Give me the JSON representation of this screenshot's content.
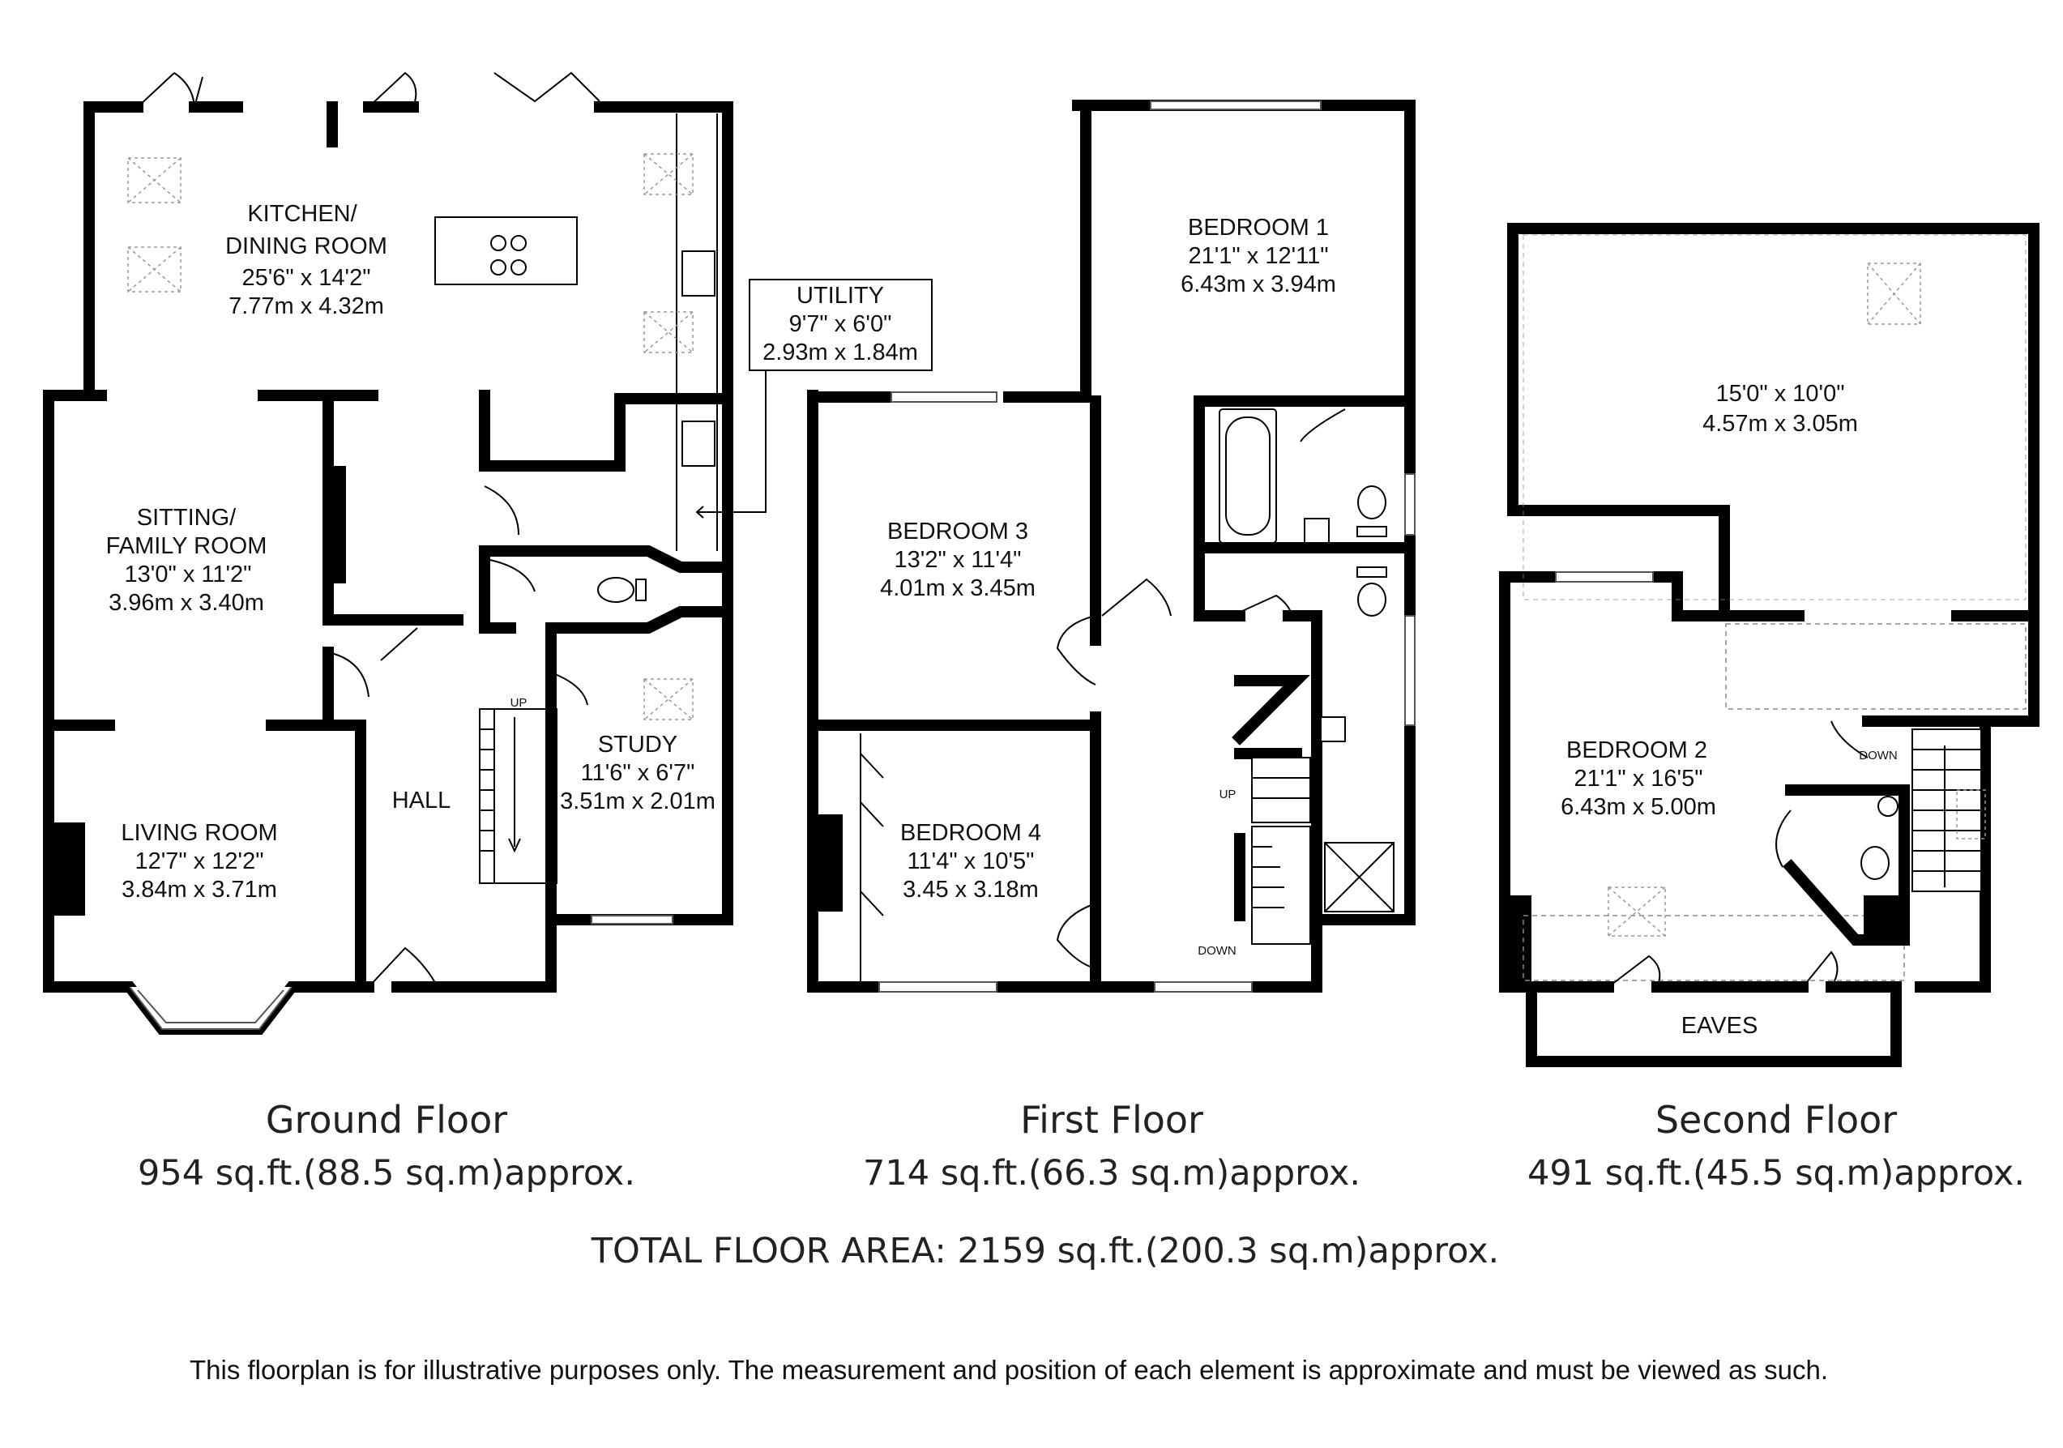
{
  "floors": [
    {
      "title": "Ground Floor",
      "area": "954 sq.ft.(88.5 sq.m)approx.",
      "rooms": [
        {
          "name_line1": "KITCHEN/",
          "name_line2": "DINING ROOM",
          "imperial": "25'6\" x 14'2\"",
          "metric": "7.77m x 4.32m"
        },
        {
          "name_line1": "SITTING/",
          "name_line2": "FAMILY ROOM",
          "imperial": "13'0\" x 11'2\"",
          "metric": "3.96m x 3.40m"
        },
        {
          "name": "LIVING ROOM",
          "imperial": "12'7\" x 12'2\"",
          "metric": "3.84m x 3.71m"
        },
        {
          "name": "HALL"
        },
        {
          "name": "STUDY",
          "imperial": "11'6\" x 6'7\"",
          "metric": "3.51m x 2.01m"
        },
        {
          "name": "UTILITY",
          "imperial": "9'7\" x 6'0\"",
          "metric": "2.93m x 1.84m"
        }
      ],
      "stair_label": "UP"
    },
    {
      "title": "First Floor",
      "area": "714 sq.ft.(66.3 sq.m)approx.",
      "rooms": [
        {
          "name": "BEDROOM 1",
          "imperial": "21'1\" x 12'11\"",
          "metric": "6.43m x 3.94m"
        },
        {
          "name": "BEDROOM 3",
          "imperial": "13'2\" x 11'4\"",
          "metric": "4.01m x 3.45m"
        },
        {
          "name": "BEDROOM 4",
          "imperial": "11'4\" x 10'5\"",
          "metric": "3.45 x 3.18m"
        }
      ],
      "stair_up": "UP",
      "stair_down": "DOWN"
    },
    {
      "title": "Second Floor",
      "area": "491 sq.ft.(45.5 sq.m)approx.",
      "rooms": [
        {
          "imperial": "15'0\" x 10'0\"",
          "metric": "4.57m x 3.05m"
        },
        {
          "name": "BEDROOM 2",
          "imperial": "21'1\" x 16'5\"",
          "metric": "6.43m x 5.00m"
        },
        {
          "name": "EAVES"
        }
      ],
      "stair_down": "DOWN"
    }
  ],
  "total_area": "TOTAL FLOOR AREA: 2159 sq.ft.(200.3 sq.m)approx.",
  "disclaimer": "This floorplan is for illustrative purposes only. The measurement and position of each element is approximate and must be viewed as such."
}
